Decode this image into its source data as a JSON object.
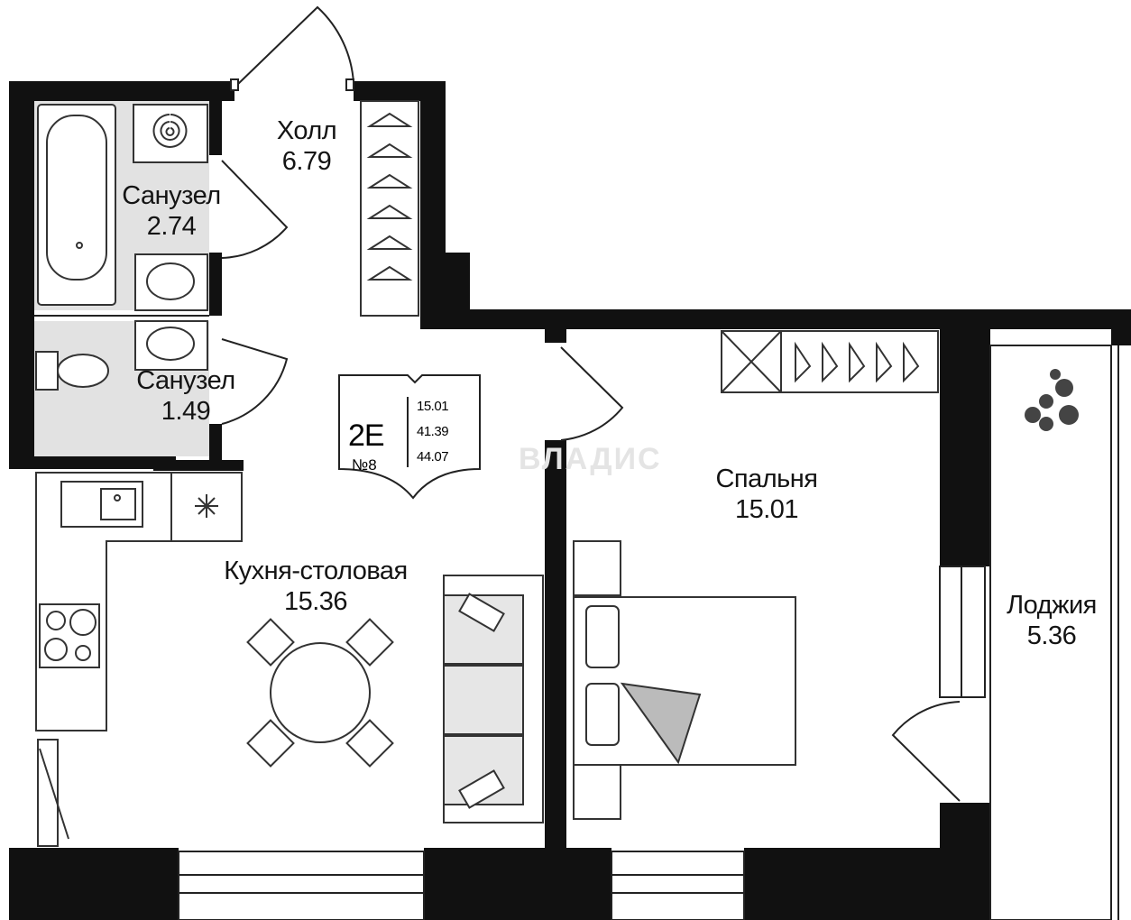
{
  "rooms": [
    {
      "id": "hall",
      "name": "Холл",
      "area": "6.79"
    },
    {
      "id": "bath1",
      "name": "Санузел",
      "area": "2.74"
    },
    {
      "id": "bath2",
      "name": "Санузел",
      "area": "1.49"
    },
    {
      "id": "kitchen",
      "name": "Кухня-столовая",
      "area": "15.36"
    },
    {
      "id": "bedroom",
      "name": "Спальня",
      "area": "15.01"
    },
    {
      "id": "loggia",
      "name": "Лоджия",
      "area": "5.36"
    }
  ],
  "badge": {
    "type_code": "2E",
    "number": "№8",
    "areas": [
      "15.01",
      "41.39",
      "44.07"
    ]
  },
  "watermark": "ВЛАДИС",
  "colors": {
    "wall": "#111111",
    "furniture": "#555555",
    "tile": "#dcdcdc",
    "background": "#ffffff"
  }
}
